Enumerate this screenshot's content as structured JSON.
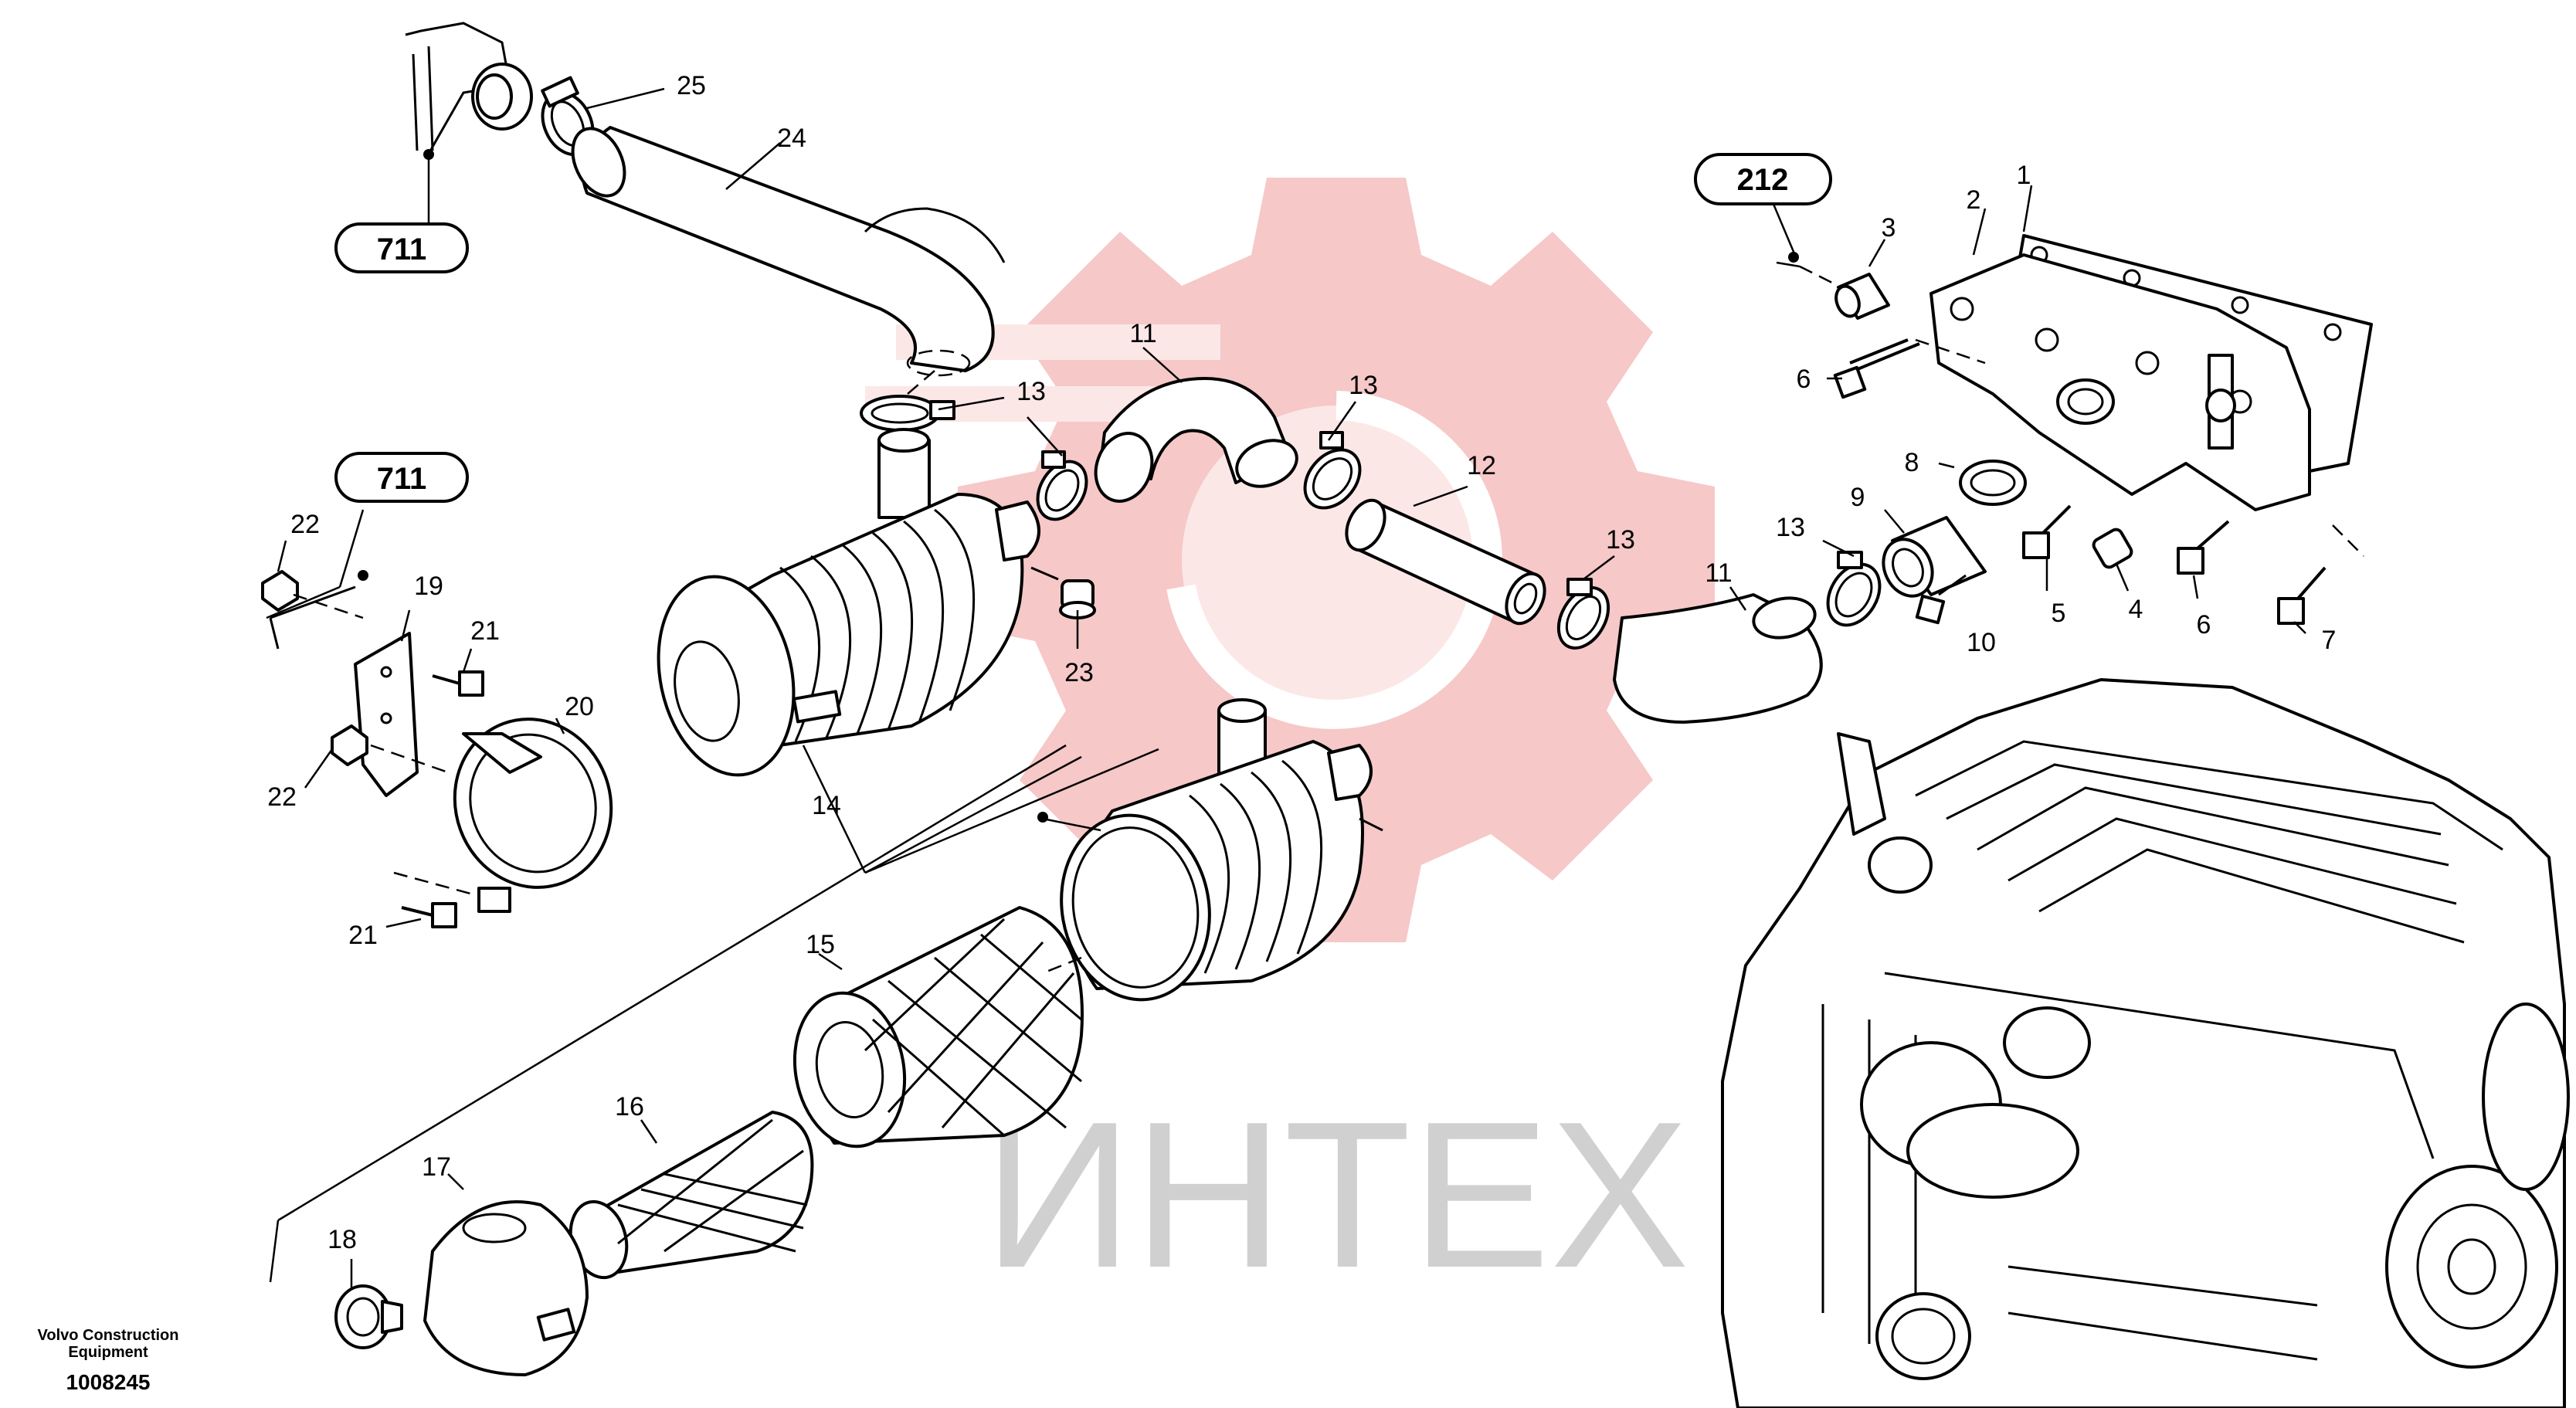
{
  "watermark": {
    "text": "ИНТЕХ",
    "gear_color": "#f3b6b6",
    "text_color": "#c8c8c8"
  },
  "footer": {
    "manufacturer": "Volvo Construction Equipment",
    "drawing_number": "1008245"
  },
  "reference_boxes": [
    "711",
    "711",
    "212"
  ],
  "callouts": [
    "1",
    "2",
    "3",
    "4",
    "5",
    "6",
    "6",
    "7",
    "8",
    "9",
    "10",
    "11",
    "11",
    "12",
    "13",
    "13",
    "13",
    "13",
    "14",
    "15",
    "16",
    "17",
    "18",
    "19",
    "20",
    "21",
    "21",
    "22",
    "22",
    "23",
    "24",
    "25"
  ]
}
